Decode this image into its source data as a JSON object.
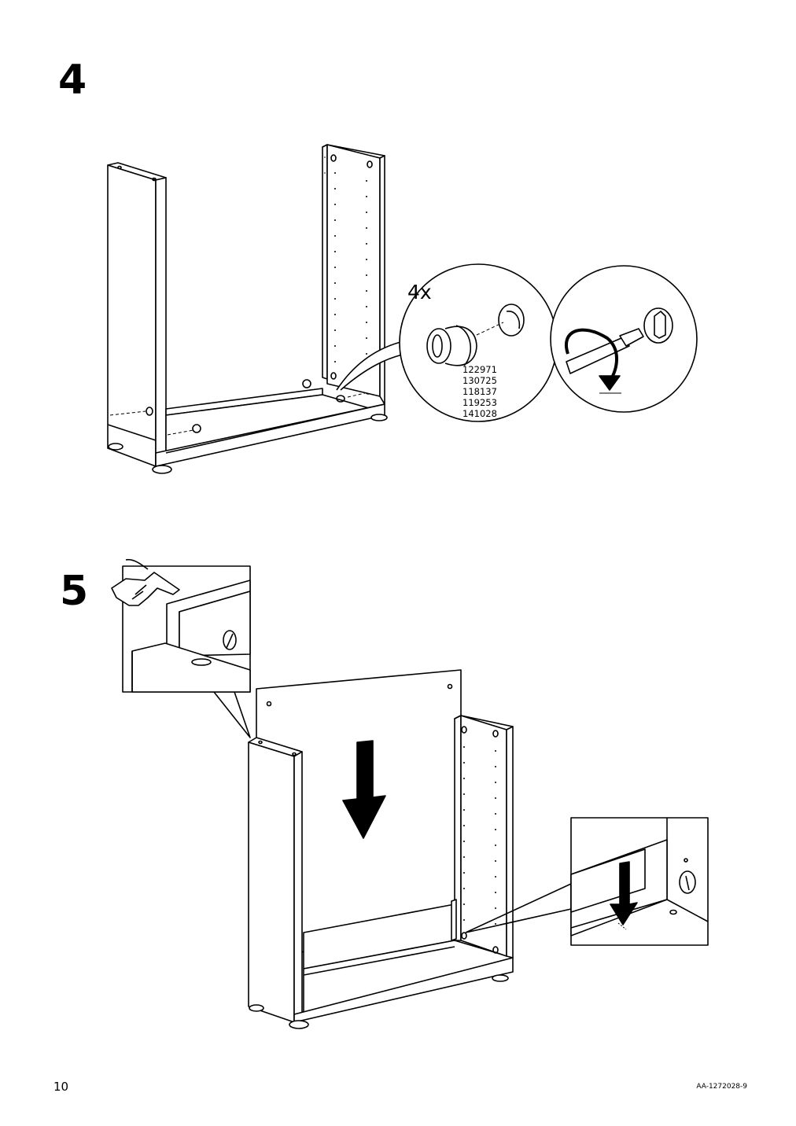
{
  "step4": {
    "number": "4",
    "callout_quantity": "4x",
    "part_numbers": [
      "122971",
      "130725",
      "118137",
      "119253",
      "141028"
    ]
  },
  "step5": {
    "number": "5"
  },
  "footer": {
    "page_number": "10",
    "document_code": "AA-1272028-9"
  }
}
